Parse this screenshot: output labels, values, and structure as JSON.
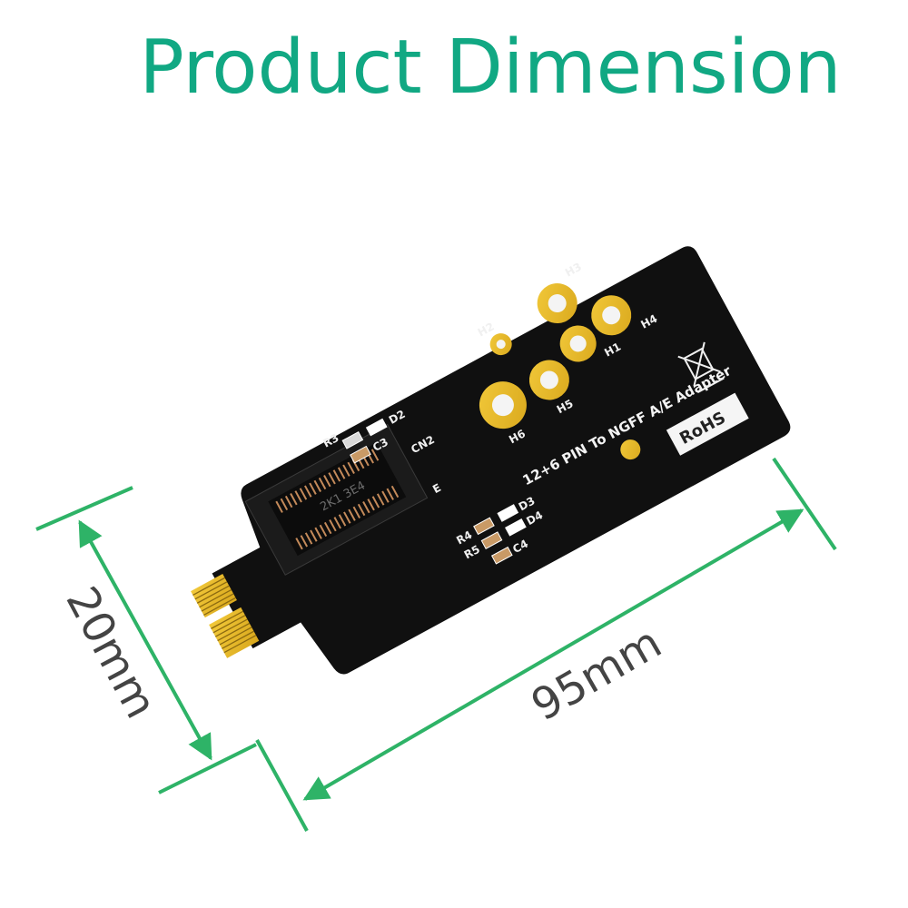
{
  "title": "Product Dimension",
  "dimensions": {
    "width_label": "20mm",
    "length_label": "95mm"
  },
  "colors": {
    "title": "#11a883",
    "arrow": "#2eb367",
    "pcb": "#101010",
    "gold": "#e7b928",
    "dimension_text": "#444444"
  },
  "pcb": {
    "board_text": "12+6 PIN To NGFF A/E Adapter",
    "connector_label": "CN2",
    "key_label": "E",
    "rohs_label": "RoHS",
    "connector_marking": "2K1 3E4",
    "pads": [
      "H1",
      "H2",
      "H3",
      "H4",
      "H5",
      "H6"
    ],
    "components": [
      "R3",
      "C3",
      "D2",
      "R4",
      "R5",
      "D3",
      "D4",
      "C4"
    ],
    "plus_sign": "+",
    "minus_sign": "-"
  }
}
